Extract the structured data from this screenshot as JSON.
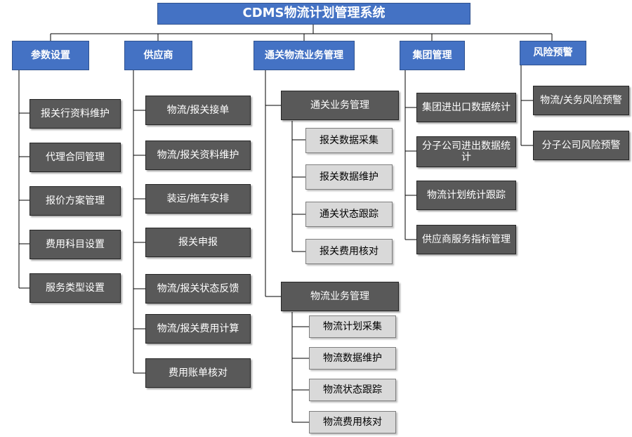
{
  "root": {
    "title": "CDMS物流计划管理系统"
  },
  "modules": {
    "params": {
      "title": "参数设置",
      "items": [
        "报关行资料维护",
        "代理合同管理",
        "报价方案管理",
        "费用科目设置",
        "服务类型设置"
      ]
    },
    "supplier": {
      "title": "供应商",
      "items": [
        "物流/报关接单",
        "物流/报关资料维护",
        "装运/拖车安排",
        "报关申报",
        "物流/报关状态反馈",
        "物流/报关费用计算",
        "费用账单核对"
      ]
    },
    "customs_logistics": {
      "title": "通关物流业务管理",
      "groups": [
        {
          "title": "通关业务管理",
          "items": [
            "报关数据采集",
            "报关数据维护",
            "通关状态跟踪",
            "报关费用核对"
          ]
        },
        {
          "title": "物流业务管理",
          "items": [
            "物流计划采集",
            "物流数据维护",
            "物流状态跟踪",
            "物流费用核对"
          ]
        }
      ]
    },
    "group": {
      "title": "集团管理",
      "items": [
        "集团进出口数据统计",
        "分子公司进出数据统计",
        "物流计划统计跟踪",
        "供应商服务指标管理"
      ]
    },
    "risk": {
      "title": "风险预警",
      "items": [
        "物流/关务风险预警",
        "分子公司风险预警"
      ]
    }
  },
  "colors": {
    "header": "#4472c4",
    "dark_box": "#595959",
    "light_box": "#d9d9d9",
    "line": "#000000"
  }
}
